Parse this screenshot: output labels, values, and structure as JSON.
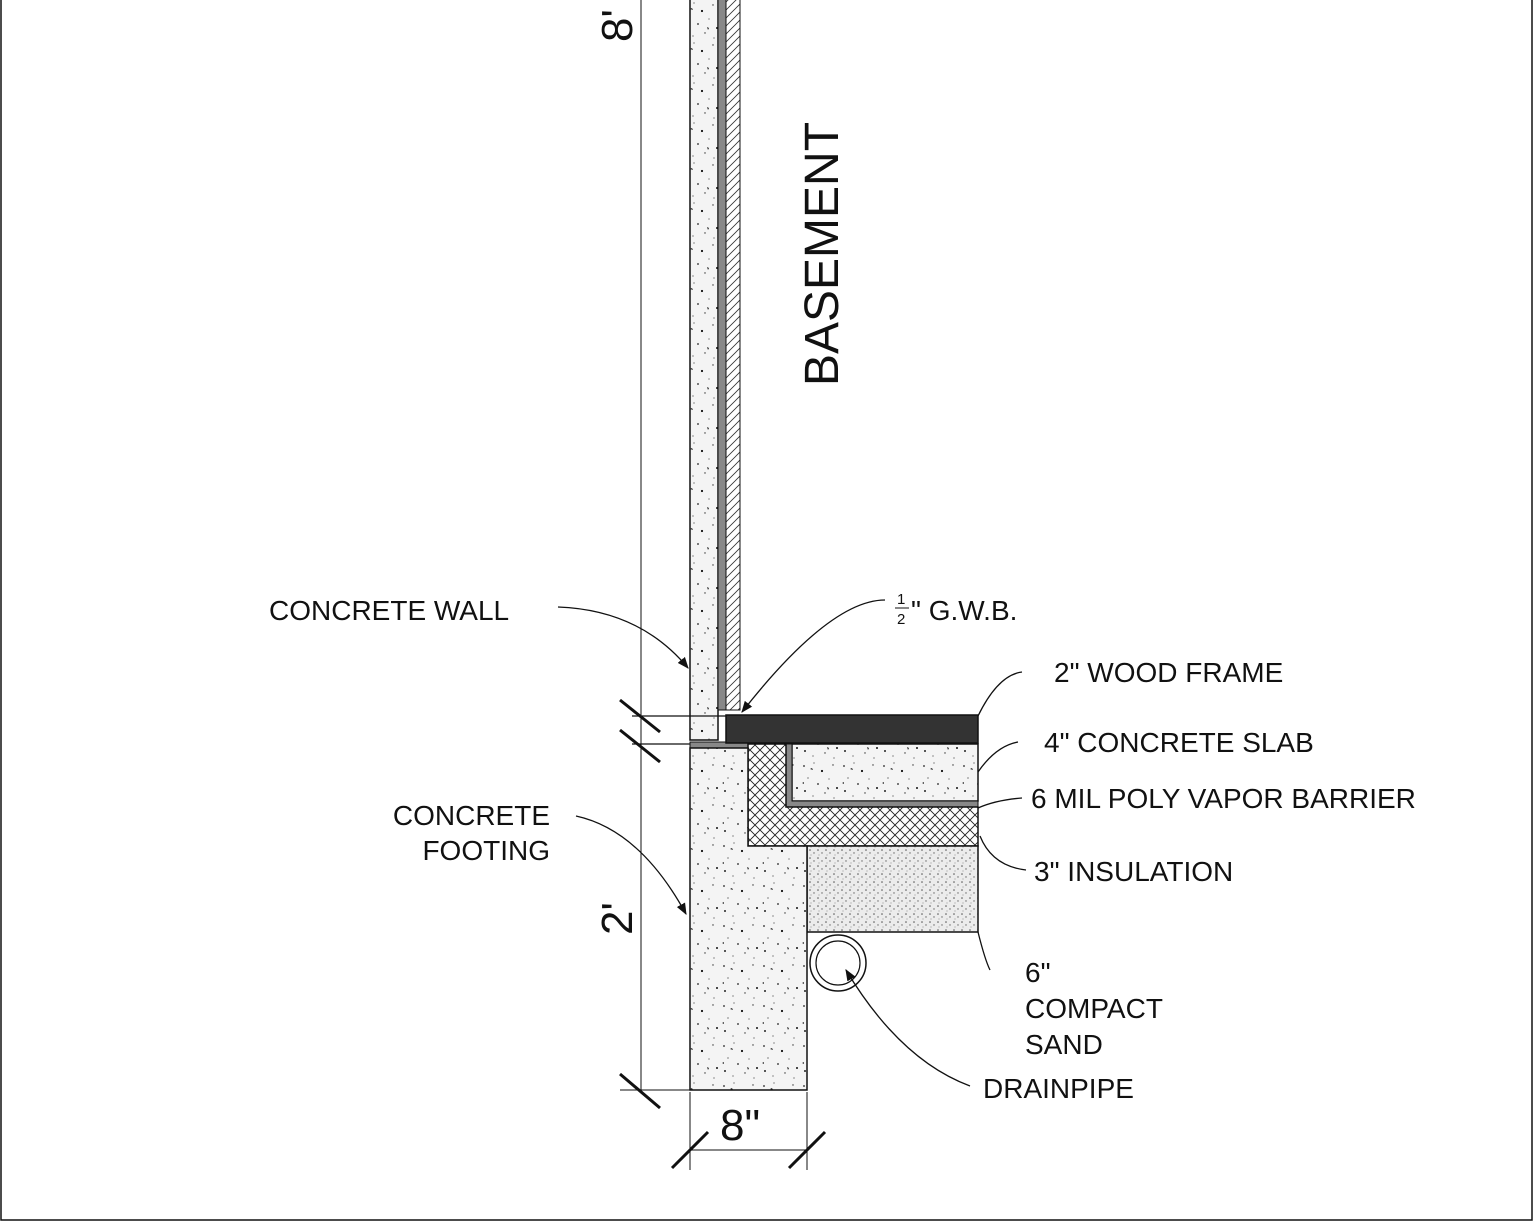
{
  "room_label": "BASEMENT",
  "dimensions": {
    "wall_height": "8'",
    "footing_height": "2'",
    "footing_width": "8\""
  },
  "callouts": {
    "concrete_wall": "CONCRETE WALL",
    "gwb_numerator": "1",
    "gwb_denominator": "2",
    "gwb": "\" G.W.B.",
    "wood_frame": "2\" WOOD FRAME",
    "concrete_slab": "4\" CONCRETE SLAB",
    "vapor_barrier": "6 MIL POLY VAPOR BARRIER",
    "insulation": "3\" INSULATION",
    "compact_sand_line1": "6\"",
    "compact_sand_line2": "COMPACT",
    "compact_sand_line3": "SAND",
    "concrete_footing_line1": "CONCRETE",
    "concrete_footing_line2": "FOOTING",
    "drainpipe": "DRAINPIPE"
  },
  "colors": {
    "ink": "#111111",
    "wood_frame": "#333333",
    "vapor_barrier": "#777777",
    "concrete": "#f2f2f2"
  }
}
